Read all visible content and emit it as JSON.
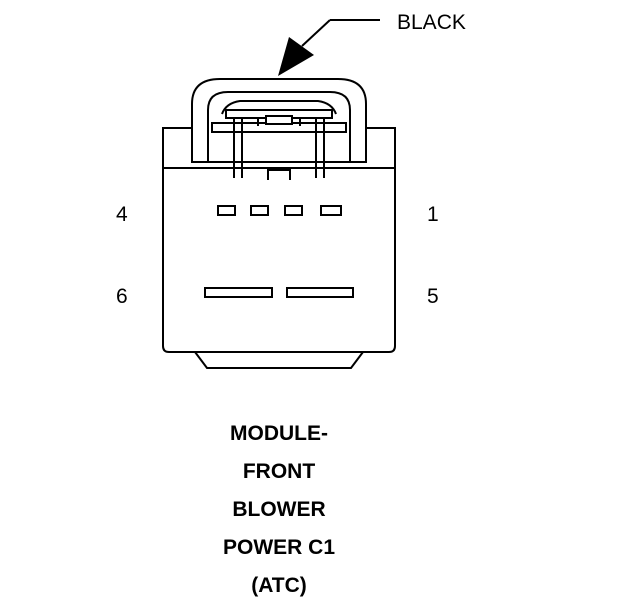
{
  "diagram": {
    "wire_color_label": "BLACK",
    "pins": [
      {
        "id": "4",
        "label": "4"
      },
      {
        "id": "1",
        "label": "1"
      },
      {
        "id": "6",
        "label": "6"
      },
      {
        "id": "5",
        "label": "5"
      }
    ],
    "title_lines": [
      "MODULE-",
      "FRONT",
      "BLOWER",
      "POWER C1",
      "(ATC)"
    ],
    "colors": {
      "ink": "#000000",
      "background": "#ffffff"
    }
  }
}
